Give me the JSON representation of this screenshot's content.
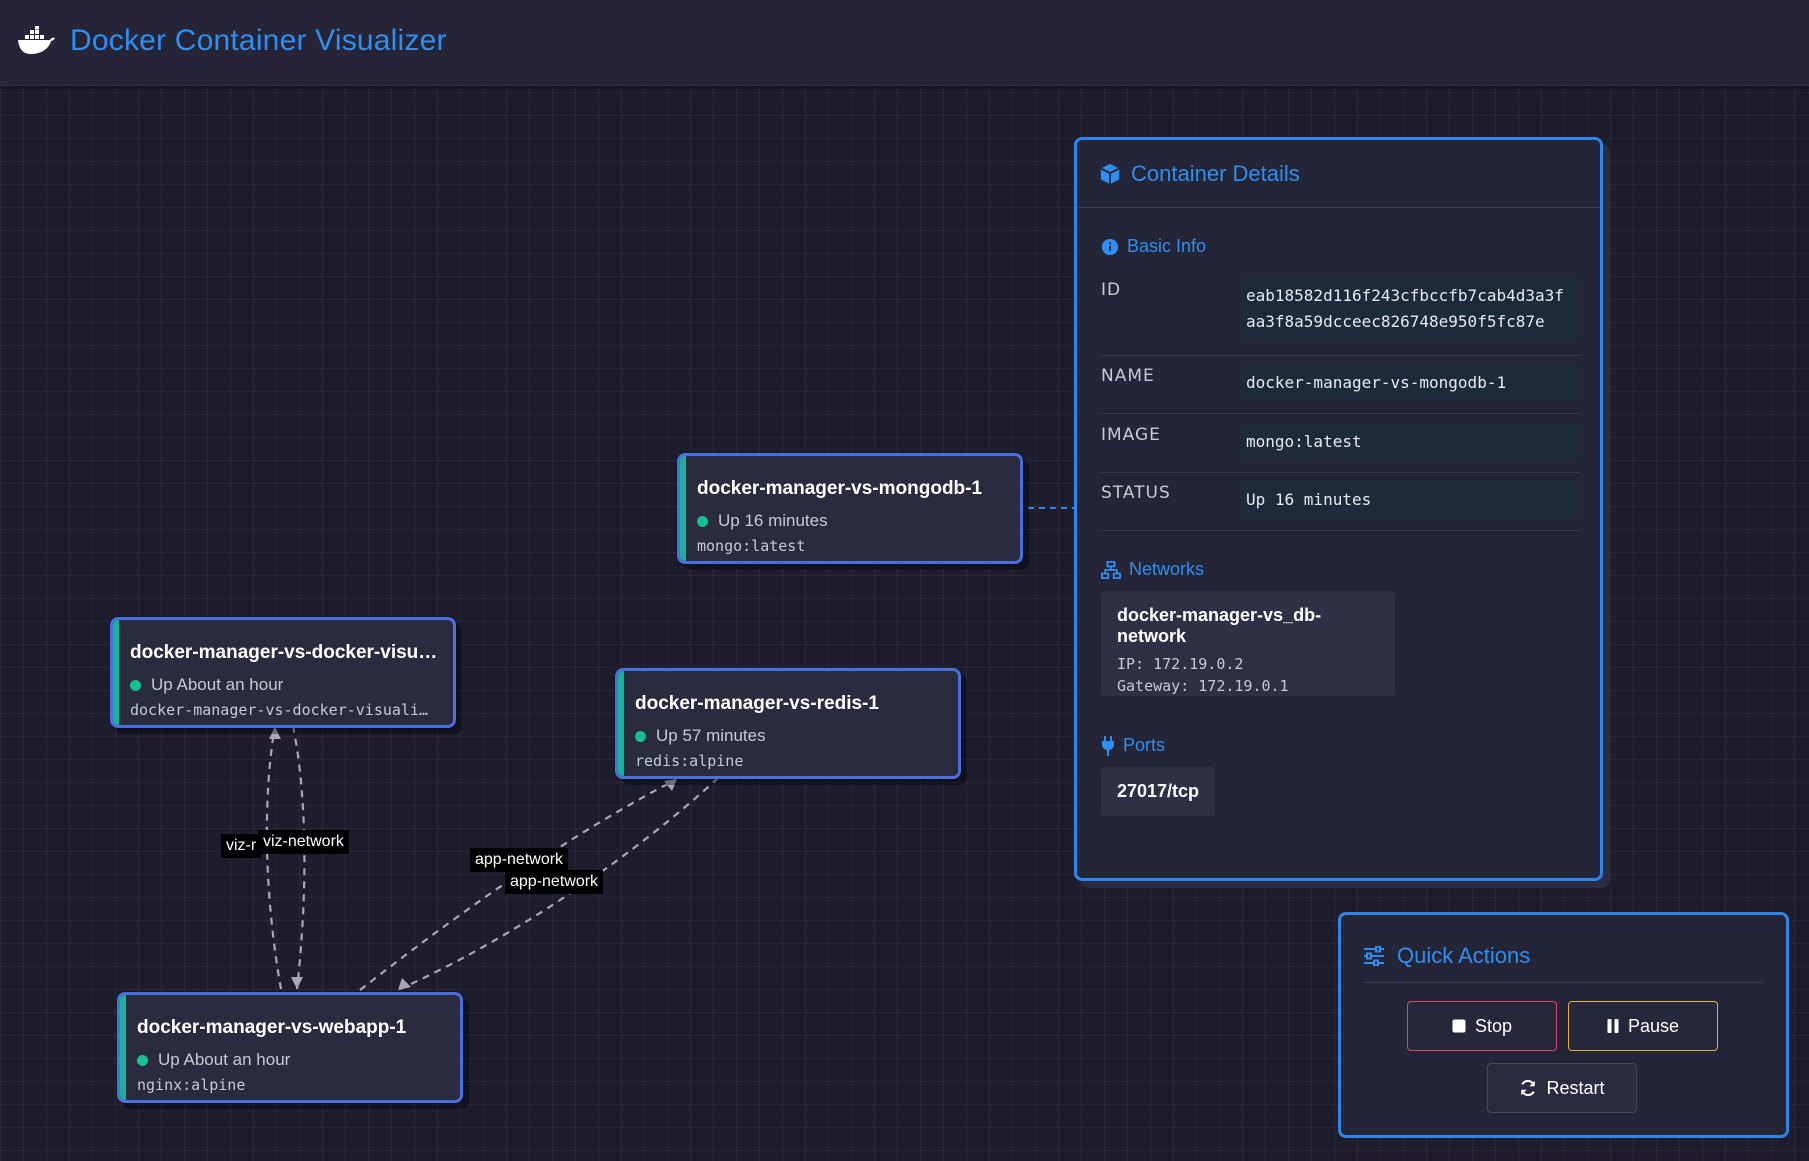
{
  "app": {
    "title": "Docker Container Visualizer",
    "logo_icon": "docker-whale-icon",
    "accent_color": "#2f8ef2"
  },
  "graph": {
    "nodes": [
      {
        "id": "mongodb",
        "name": "docker-manager-vs-mongodb-1",
        "status": "Up 16 minutes",
        "image": "mongo:latest"
      },
      {
        "id": "visualizer",
        "name": "docker-manager-vs-docker-visua...",
        "status": "Up About an hour",
        "image": "docker-manager-vs-docker-visuali…"
      },
      {
        "id": "redis",
        "name": "docker-manager-vs-redis-1",
        "status": "Up 57 minutes",
        "image": "redis:alpine"
      },
      {
        "id": "webapp",
        "name": "docker-manager-vs-webapp-1",
        "status": "Up About an hour",
        "image": "nginx:alpine"
      }
    ],
    "edge_labels": {
      "viz_a": "viz-r",
      "viz_b": "viz-network",
      "app_a": "app-network",
      "app_b": "app-network"
    },
    "status_color": "#17c08f",
    "node_accent_color": "#16b39a",
    "node_border_color": "#4a6fe0"
  },
  "details": {
    "title": "Container Details",
    "icon": "cube-icon",
    "basic_info": {
      "title": "Basic Info",
      "icon": "info-icon",
      "rows": [
        {
          "key": "ID",
          "value": "eab18582d116f243cfbccfb7cab4d3a3faa3f8a59dcceec826748e950f5fc87e"
        },
        {
          "key": "NAME",
          "value": "docker-manager-vs-mongodb-1"
        },
        {
          "key": "IMAGE",
          "value": "mongo:latest"
        },
        {
          "key": "STATUS",
          "value": "Up 16 minutes"
        }
      ]
    },
    "networks": {
      "title": "Networks",
      "icon": "network-icon",
      "items": [
        {
          "name": "docker-manager-vs_db-network",
          "ip": "IP: 172.19.0.2",
          "gateway": "Gateway: 172.19.0.1"
        }
      ]
    },
    "ports": {
      "title": "Ports",
      "icon": "plug-icon",
      "items": [
        "27017/tcp"
      ]
    }
  },
  "actions": {
    "title": "Quick Actions",
    "icon": "sliders-icon",
    "stop": {
      "label": "Stop",
      "icon": "stop-icon",
      "color": "#e0436a"
    },
    "pause": {
      "label": "Pause",
      "icon": "pause-icon",
      "color": "#e5b33b"
    },
    "restart": {
      "label": "Restart",
      "icon": "refresh-icon"
    }
  }
}
